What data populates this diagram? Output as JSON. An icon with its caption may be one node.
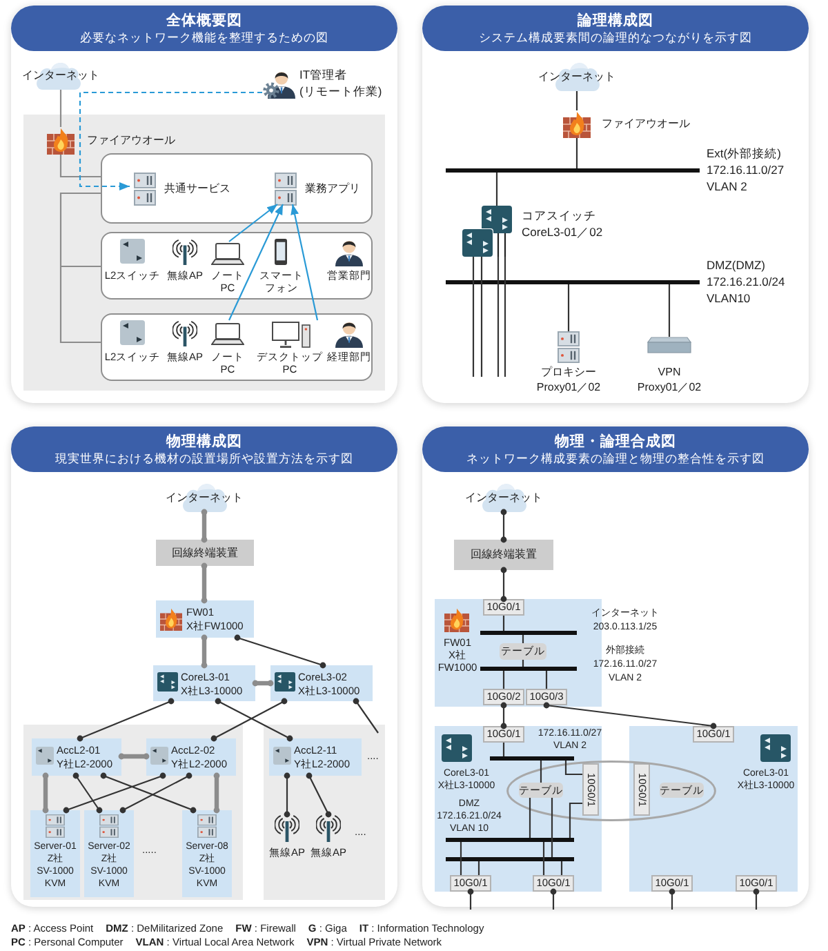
{
  "diagram": {
    "nodes": [
      {
        "text": [
          "全体概要図",
          "必要なネットワーク機能を整理するための図"
        ]
      },
      {
        "text": [
          "インターネット"
        ],
        "in": 0
      },
      {
        "text": [
          "IT管理者",
          "(リモート作業)"
        ],
        "in": 0
      },
      {
        "text": [
          "ファイアウオール"
        ],
        "in": 0
      },
      {
        "text": [],
        "shape": "box",
        "in": 0
      },
      {
        "text": [
          "共通サービス"
        ],
        "in": 4
      },
      {
        "text": [
          "業務アプリ"
        ],
        "in": 4
      },
      {
        "text": [],
        "shape": "box",
        "in": 0
      },
      {
        "text": [
          "L2スイッチ"
        ],
        "in": 7
      },
      {
        "text": [
          "無線AP"
        ],
        "in": 7
      },
      {
        "text": [
          "ノートPC"
        ],
        "in": 7
      },
      {
        "text": [
          "スマートフォン"
        ],
        "in": 7
      },
      {
        "text": [
          "営業部門"
        ],
        "in": 7
      },
      {
        "text": [],
        "shape": "box",
        "in": 0
      },
      {
        "text": [
          "L2スイッチ"
        ],
        "in": 13
      },
      {
        "text": [
          "無線AP"
        ],
        "in": 13
      },
      {
        "text": [
          "ノートPC"
        ],
        "in": 13
      },
      {
        "text": [
          "デスクトップPC"
        ],
        "in": 13
      },
      {
        "text": [
          "経理部門"
        ],
        "in": 13
      },
      {
        "text": [
          "論理構成図",
          "システム構成要素間の論理的なつながりを示す図"
        ]
      },
      {
        "text": [
          "インターネット"
        ],
        "in": 19
      },
      {
        "text": [
          "ファイアウオール"
        ],
        "in": 19
      },
      {
        "text": [],
        "shape": "bar",
        "beside": [
          "Ext(外部接続)",
          "172.16.11.0/27",
          "VLAN 2"
        ],
        "in": 19
      },
      {
        "text": [
          "コアスイッチ",
          "CoreL3-01／02"
        ],
        "in": 19
      },
      {
        "text": [],
        "shape": "bar",
        "beside": [
          "DMZ(DMZ)",
          "172.16.21.0/24",
          "VLAN10"
        ],
        "in": 19
      },
      {
        "text": [
          "プロキシー",
          "Proxy01／02"
        ],
        "in": 19
      },
      {
        "text": [
          "VPN",
          "Proxy01／02"
        ],
        "in": 19
      },
      {
        "text": [
          "物理構成図",
          "現実世界における機材の設置場所や設置方法を示す図"
        ]
      },
      {
        "text": [
          "インターネット"
        ],
        "in": 27
      },
      {
        "text": [
          "回線終端装置"
        ],
        "in": 27
      },
      {
        "text": [
          "FW01 X社FW1000"
        ],
        "in": 27
      },
      {
        "text": [
          "CoreL3-01 X社L3-10000"
        ],
        "in": 27
      },
      {
        "text": [
          "CoreL3-02 X社L3-10000"
        ],
        "in": 27
      },
      {
        "text": [
          "AccL2-01 Y社L2-2000"
        ],
        "in": 27
      },
      {
        "text": [
          "AccL2-02 Y社L2-2000"
        ],
        "in": 27
      },
      {
        "text": [
          "AccL2-11 Y社L2-2000"
        ],
        "in": 27
      },
      {
        "text": [
          "Server-01 Z社 SV-1000 KVM"
        ],
        "in": 27
      },
      {
        "text": [
          "Server-02 Z社 SV-1000 KVM"
        ],
        "in": 27
      },
      {
        "text": [
          "Server-08 Z社 SV-1000 KVM"
        ],
        "in": 27
      },
      {
        "text": [
          "無線AP"
        ],
        "in": 27
      },
      {
        "text": [
          "無線AP"
        ],
        "in": 27
      },
      {
        "text": [
          "物理・論理合成図",
          "ネットワーク構成要素の論理と物理の整合性を示す図"
        ]
      },
      {
        "text": [
          "インターネット"
        ],
        "in": 41
      },
      {
        "text": [
          "回線終端装置"
        ],
        "in": 41
      },
      {
        "text": [
          "FW01 X社 FW1000"
        ],
        "in": 41
      },
      {
        "text": [
          "10G0/1"
        ],
        "in": 44
      },
      {
        "text": [],
        "shape": "bar",
        "beside": [
          "インターネット",
          "203.0.113.1/25"
        ],
        "in": 44
      },
      {
        "text": [
          "テーブル"
        ],
        "in": 44
      },
      {
        "text": [],
        "shape": "bar",
        "beside": [
          "外部接続",
          "172.16.11.0/27",
          "VLAN 2"
        ],
        "in": 44
      },
      {
        "text": [
          "10G0/2"
        ],
        "in": 44
      },
      {
        "text": [
          "10G0/3"
        ],
        "in": 44
      },
      {
        "text": [
          "CoreL3-01 X社L3-10000"
        ],
        "in": 41
      },
      {
        "text": [
          "10G0/1"
        ],
        "in": 51
      },
      {
        "text": [],
        "shape": "bar",
        "beside": [
          "172.16.11.0/27",
          "VLAN 2"
        ],
        "in": 51
      },
      {
        "text": [
          "10G0/1"
        ],
        "in": 51
      },
      {
        "text": [
          "テーブル"
        ],
        "in": 51
      },
      {
        "text": [],
        "shape": "bar",
        "beside": [
          "DMZ",
          "172.16.21.0/24",
          "VLAN 10"
        ],
        "in": 51
      },
      {
        "text": [],
        "shape": "bar",
        "in": 51
      },
      {
        "text": [
          "10G0/1"
        ],
        "in": 51
      },
      {
        "text": [
          "10G0/1"
        ],
        "in": 51
      },
      {
        "text": [
          "CoreL3-01 X社L3-10000"
        ],
        "in": 41
      },
      {
        "text": [
          "10G0/1"
        ],
        "in": 60
      },
      {
        "text": [
          "10G0/1"
        ],
        "in": 60
      },
      {
        "text": [
          "テーブル"
        ],
        "in": 60
      },
      {
        "text": [
          "10G0/1"
        ],
        "in": 60
      },
      {
        "text": [
          "10G0/1"
        ],
        "in": 60
      }
    ],
    "edges": [
      {
        "from": 1,
        "to": 3,
        "arrow": "none",
        "color": "#8c8c8c"
      },
      {
        "from": 3,
        "to": 4,
        "arrow": "none",
        "color": "#8c8c8c"
      },
      {
        "from": 4,
        "to": 7,
        "arrow": "none",
        "color": "#8c8c8c"
      },
      {
        "from": 4,
        "to": 13,
        "arrow": "none",
        "color": "#8c8c8c"
      },
      {
        "from": 2,
        "to": 5,
        "arrow": "to",
        "style": "dashed",
        "color": "#2a9ad6"
      },
      {
        "from": 10,
        "to": 6,
        "arrow": "to",
        "color": "#2a9ad6"
      },
      {
        "from": 16,
        "to": 6,
        "arrow": "to",
        "color": "#2a9ad6"
      },
      {
        "from": 17,
        "to": 6,
        "arrow": "to",
        "color": "#2a9ad6"
      },
      {
        "from": 20,
        "to": 21,
        "arrow": "none"
      },
      {
        "from": 21,
        "to": 22,
        "arrow": "none"
      },
      {
        "from": 22,
        "to": 23,
        "arrow": "none"
      },
      {
        "from": 23,
        "to": null,
        "arrow": "none"
      },
      {
        "from": 23,
        "to": null,
        "arrow": "none"
      },
      {
        "from": 23,
        "to": null,
        "arrow": "none"
      },
      {
        "from": 23,
        "to": null,
        "arrow": "none"
      },
      {
        "from": 24,
        "to": 25,
        "arrow": "none"
      },
      {
        "from": 24,
        "to": 26,
        "arrow": "none"
      },
      {
        "from": 28,
        "to": 29,
        "arrow": "other",
        "style": "thick",
        "color": "#8c8c8c"
      },
      {
        "from": 29,
        "to": 30,
        "arrow": "other",
        "style": "thick",
        "color": "#8c8c8c"
      },
      {
        "from": 30,
        "to": 31,
        "arrow": "other",
        "style": "thick",
        "color": "#8c8c8c"
      },
      {
        "from": 30,
        "to": 32,
        "arrow": "other"
      },
      {
        "from": 31,
        "to": 32,
        "arrow": "other",
        "style": "thick",
        "color": "#8c8c8c"
      },
      {
        "from": 31,
        "to": 33,
        "arrow": "other"
      },
      {
        "from": 31,
        "to": 35,
        "arrow": "other"
      },
      {
        "from": 32,
        "to": 34,
        "arrow": "other"
      },
      {
        "from": 32,
        "to": null,
        "arrow": "other"
      },
      {
        "from": 33,
        "to": 34,
        "arrow": "other",
        "style": "thick",
        "color": "#8c8c8c"
      },
      {
        "from": 33,
        "to": 36,
        "arrow": "other",
        "style": "thick",
        "color": "#8c8c8c"
      },
      {
        "from": 34,
        "to": 36,
        "arrow": "other"
      },
      {
        "from": 33,
        "to": 37,
        "arrow": "other"
      },
      {
        "from": 34,
        "to": 37,
        "arrow": "other"
      },
      {
        "from": 33,
        "to": 38,
        "arrow": "other"
      },
      {
        "from": 34,
        "to": 38,
        "arrow": "other",
        "style": "thick",
        "color": "#8c8c8c"
      },
      {
        "from": 35,
        "to": 39,
        "arrow": "other"
      },
      {
        "from": 35,
        "to": 40,
        "arrow": "other"
      },
      {
        "from": 42,
        "to": 43,
        "arrow": "other"
      },
      {
        "from": 43,
        "to": 45,
        "arrow": "other"
      },
      {
        "from": 45,
        "to": 46,
        "arrow": "none"
      },
      {
        "from": 46,
        "to": 47,
        "arrow": "none"
      },
      {
        "from": 47,
        "to": 48,
        "arrow": "none"
      },
      {
        "from": 48,
        "to": 49,
        "arrow": "none"
      },
      {
        "from": 48,
        "to": 50,
        "arrow": "none"
      },
      {
        "from": 49,
        "to": 52,
        "arrow": "other"
      },
      {
        "from": 50,
        "to": 61,
        "arrow": "other"
      },
      {
        "from": 52,
        "to": 53,
        "arrow": "none"
      },
      {
        "from": 53,
        "to": 55,
        "arrow": "none"
      },
      {
        "from": 53,
        "to": 54,
        "arrow": "none"
      },
      {
        "from": 55,
        "to": 56,
        "arrow": "none"
      },
      {
        "from": 55,
        "to": 57,
        "arrow": "none"
      },
      {
        "from": 54,
        "to": 56,
        "arrow": "none"
      },
      {
        "from": 56,
        "to": 58,
        "arrow": "none"
      },
      {
        "from": 57,
        "to": 58,
        "arrow": "none"
      },
      {
        "from": 56,
        "to": 59,
        "arrow": "none"
      },
      {
        "from": 57,
        "to": 59,
        "arrow": "none"
      },
      {
        "from": 58,
        "to": null,
        "arrow": "other"
      },
      {
        "from": 59,
        "to": null,
        "arrow": "other"
      },
      {
        "from": 64,
        "to": null,
        "arrow": "other"
      },
      {
        "from": 65,
        "to": null,
        "arrow": "other"
      }
    ],
    "labels": [
      "....",
      "....",
      ".....",
      "**AP** : Access Point",
      "**DMZ** : DeMilitarized Zone",
      "**FW** : Firewall",
      "**G** : Giga",
      "**IT** : Information Technology",
      "**PC** : Personal Computer",
      "**VLAN** : Virtual Local Area Network",
      "**VPN** : Virtual Private Network"
    ]
  }
}
